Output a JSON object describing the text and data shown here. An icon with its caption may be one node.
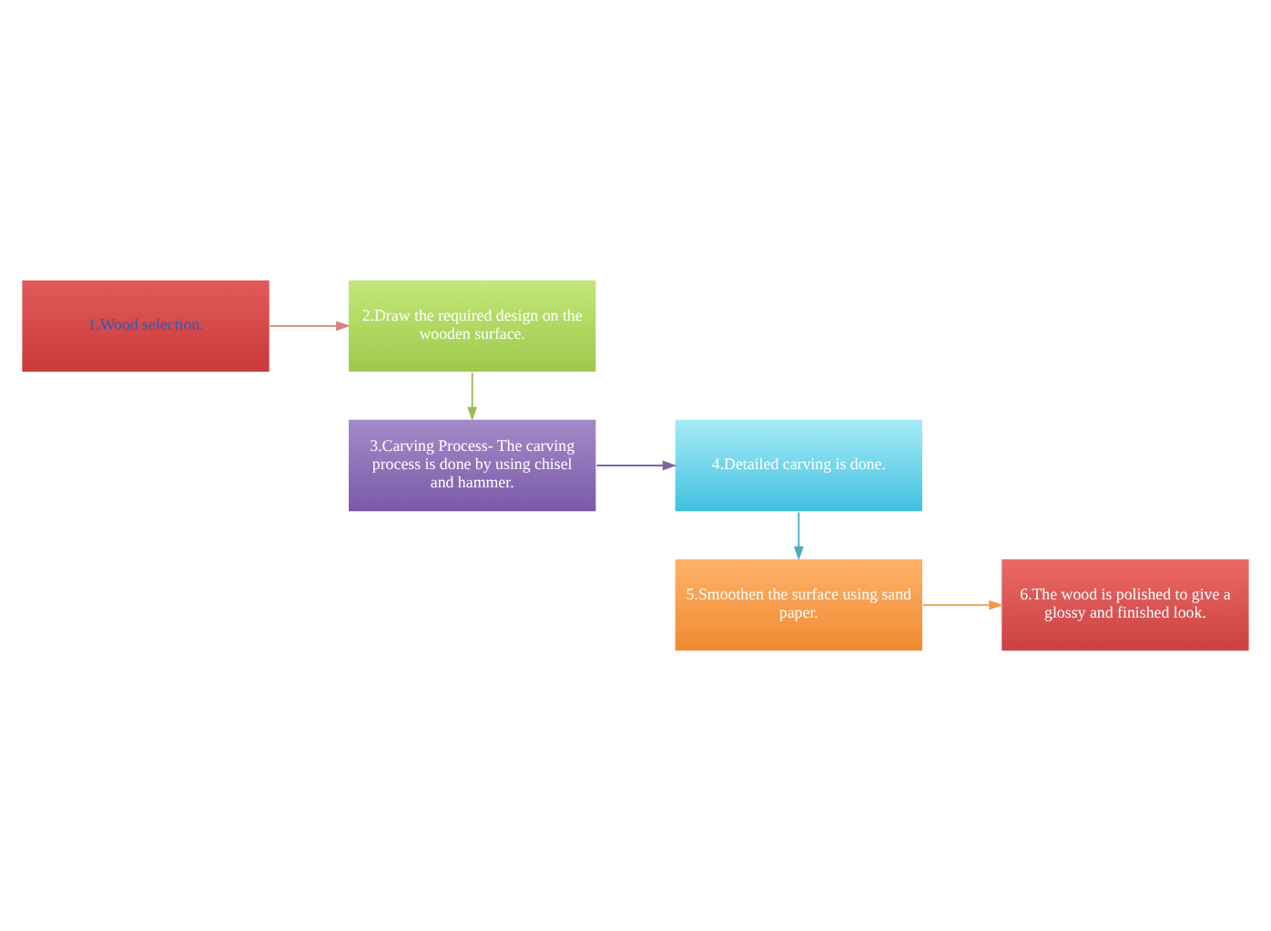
{
  "diagram": {
    "nodes": [
      {
        "text": [
          "1.Wood selection."
        ]
      },
      {
        "text": [
          "2.Draw the required design on the wooden surface."
        ]
      },
      {
        "text": [
          "3.Carving Process- The carving process is done by using chisel and hammer."
        ]
      },
      {
        "text": [
          "4.Detailed carving is done."
        ]
      },
      {
        "text": [
          "5.Smoothen the surface using sand paper."
        ]
      },
      {
        "text": [
          "6.The wood is polished to give a glossy and finished look."
        ]
      }
    ],
    "edges": [
      {
        "from": 0,
        "to": 1,
        "arrow": "to",
        "color": "#d98080"
      },
      {
        "from": 1,
        "to": 2,
        "arrow": "to",
        "color": "#9bbb59"
      },
      {
        "from": 2,
        "to": 3,
        "arrow": "to",
        "color": "#8064a2"
      },
      {
        "from": 3,
        "to": 4,
        "arrow": "to",
        "color": "#4bacc6"
      },
      {
        "from": 4,
        "to": 5,
        "arrow": "to",
        "color": "#f79646"
      }
    ]
  }
}
